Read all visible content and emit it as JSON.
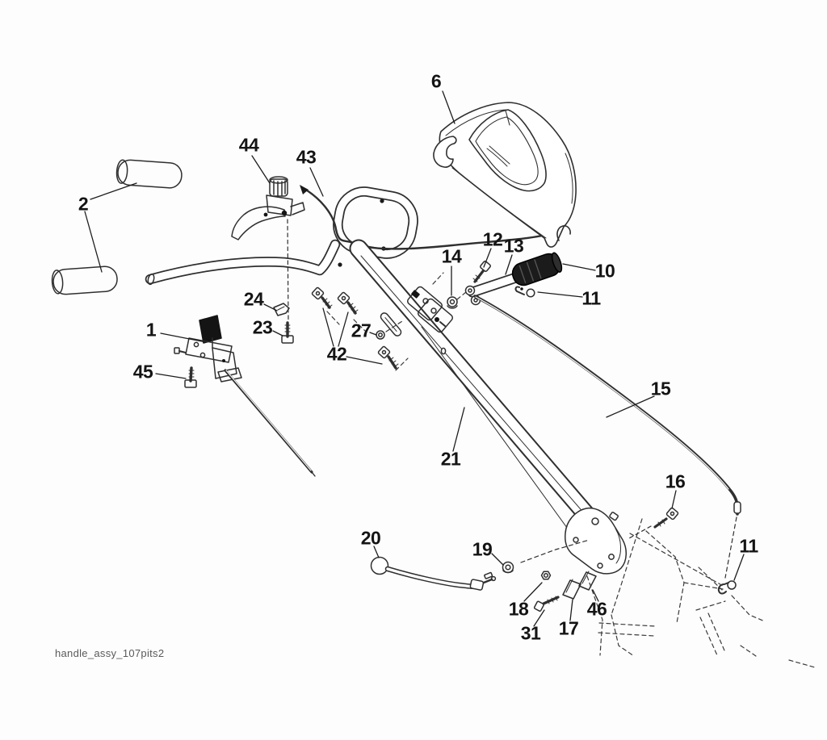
{
  "figure": {
    "footer_text": "handle_assy_107pits2",
    "ink_color": "#2f2f2f",
    "grip_fill": "#1b1b1b"
  },
  "callouts": [
    {
      "label": "6"
    },
    {
      "label": "44"
    },
    {
      "label": "43"
    },
    {
      "label": "2"
    },
    {
      "label": "12"
    },
    {
      "label": "13"
    },
    {
      "label": "14"
    },
    {
      "label": "10"
    },
    {
      "label": "11"
    },
    {
      "label": "24"
    },
    {
      "label": "23"
    },
    {
      "label": "1"
    },
    {
      "label": "45"
    },
    {
      "label": "42"
    },
    {
      "label": "27"
    },
    {
      "label": "21"
    },
    {
      "label": "15"
    },
    {
      "label": "16"
    },
    {
      "label": "20"
    },
    {
      "label": "19"
    },
    {
      "label": "18"
    },
    {
      "label": "31"
    },
    {
      "label": "17"
    },
    {
      "label": "46"
    },
    {
      "label": "11"
    }
  ]
}
